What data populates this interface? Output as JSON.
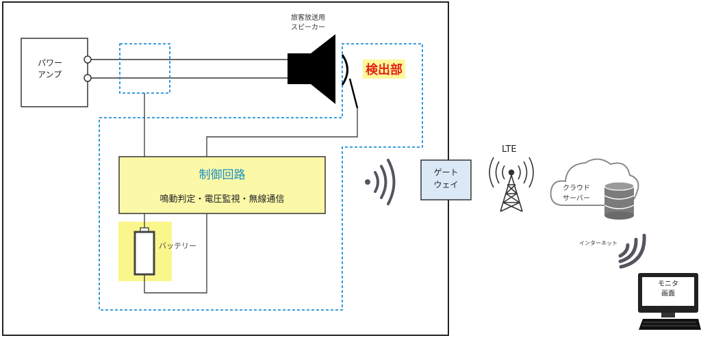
{
  "system_frame": {},
  "power_amp": {
    "label_line1": "パワー",
    "label_line2": "アンプ"
  },
  "speaker": {
    "label_line1": "旅客放送用",
    "label_line2": "スピーカー"
  },
  "detection": {
    "label": "検出部"
  },
  "control_circuit": {
    "title": "制御回路",
    "subtitle": "鳴動判定・電圧監視・無線通信"
  },
  "battery": {
    "label": "バッテリー"
  },
  "gateway": {
    "label_line1": "ゲート",
    "label_line2": "ウェイ"
  },
  "lte": {
    "label": "LTE"
  },
  "cloud": {
    "label_line1": "クラウド",
    "label_line2": "サーバー"
  },
  "internet": {
    "label": "インターネット"
  },
  "monitor": {
    "label_line1": "モニタ",
    "label_line2": "画面"
  },
  "colors": {
    "dashed_blue": "#1f8fd6",
    "control_fill": "#fbf9a8",
    "control_title": "#1a8cc4",
    "detection_text": "#e2231a",
    "detection_bg": "#fdf89a",
    "battery_bg": "#fbf68c",
    "gateway_fill": "#dbe8f6",
    "wave_gray": "#55555f",
    "cloud_gray": "#8a8a8a"
  },
  "icons": [
    "wireless-wave-icon",
    "lte-tower-icon",
    "cloud-icon",
    "database-icon",
    "monitor-icon",
    "keyboard-icon",
    "speaker-icon",
    "battery-icon"
  ]
}
